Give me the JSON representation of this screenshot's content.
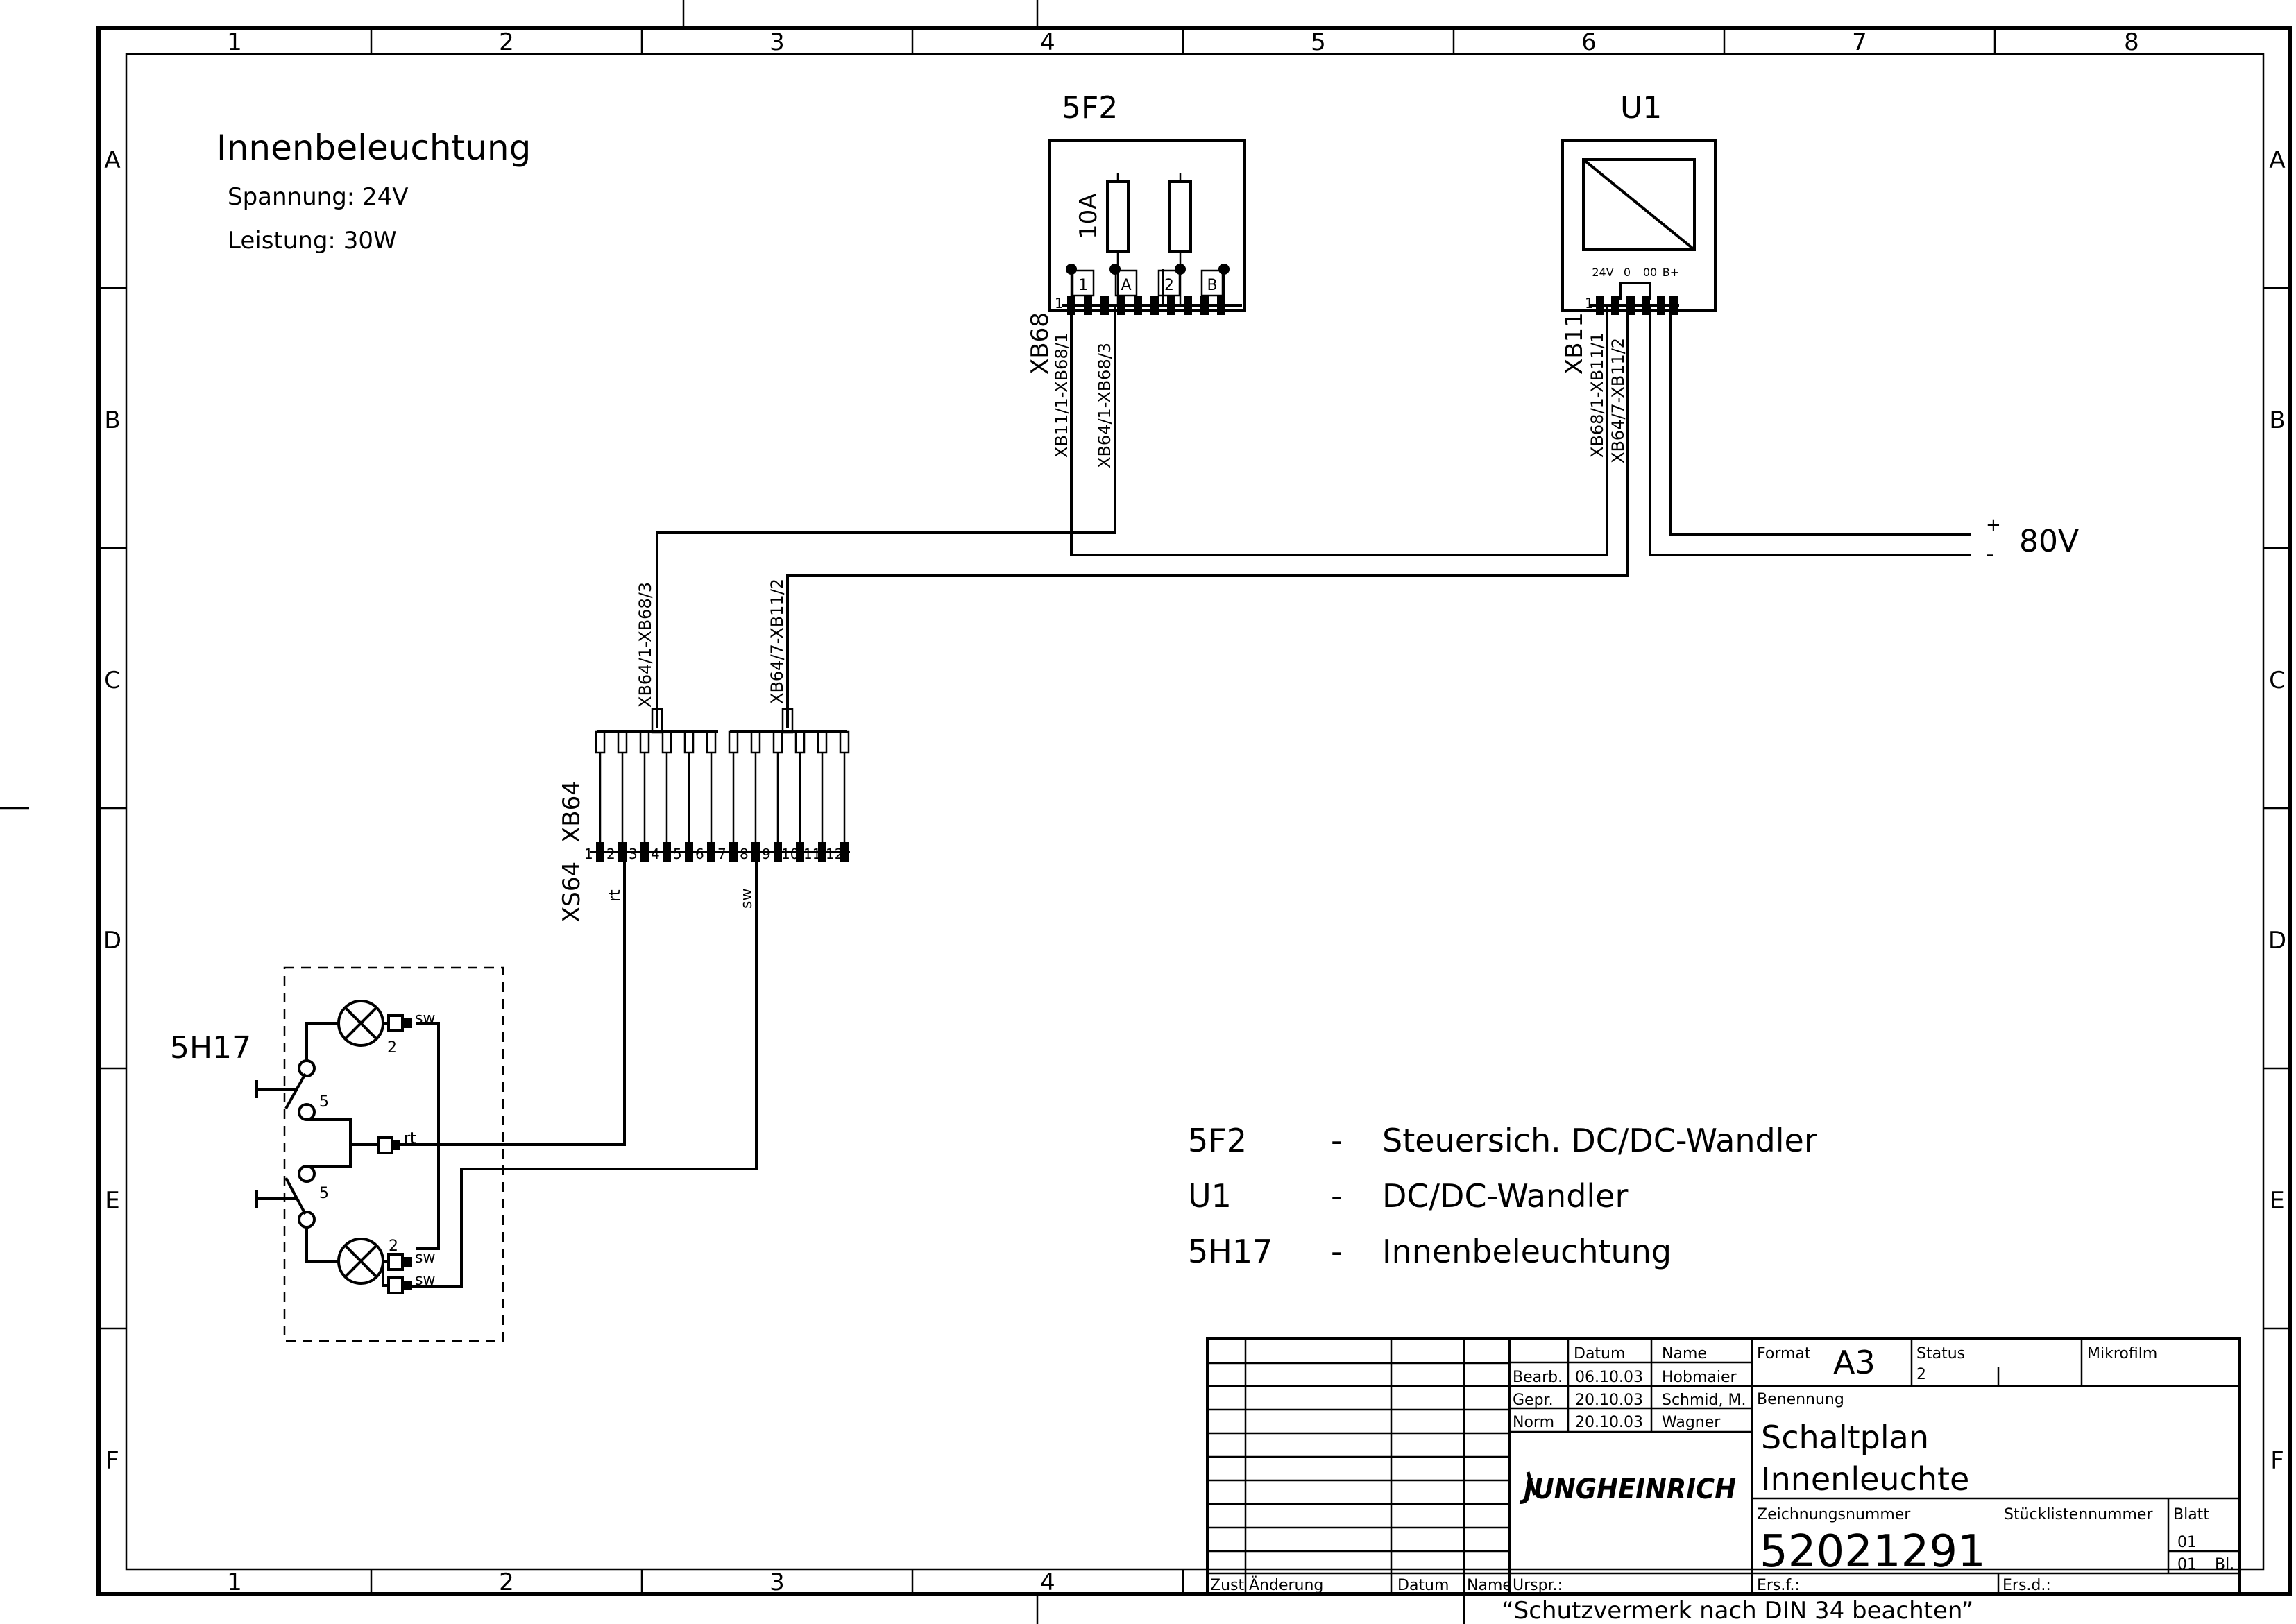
{
  "border": {
    "columns": [
      "1",
      "2",
      "3",
      "4",
      "5",
      "6",
      "7",
      "8"
    ],
    "bottom_columns": [
      "1",
      "2",
      "3",
      "4"
    ],
    "rows": [
      "A",
      "B",
      "C",
      "D",
      "E",
      "F"
    ]
  },
  "heading": {
    "title": "Innenbeleuchtung",
    "voltage": "Spannung: 24V",
    "power": "Leistung: 30W"
  },
  "fuse_block": {
    "id": "5F2",
    "rating": "10A",
    "terminal_labels": [
      "1",
      "A",
      "2",
      "B"
    ],
    "connector": "XB68",
    "connector_pin": "1",
    "wire_labels": [
      "XB11/1-XB68/1",
      "XB64/1-XB68/3"
    ]
  },
  "converter": {
    "id": "U1",
    "pin_labels": [
      "24V",
      "0",
      "00",
      "B+"
    ],
    "connector": "XB11",
    "connector_pin": "1",
    "wire_labels": [
      "XB68/1-XB11/1",
      "XB64/7-XB11/2"
    ]
  },
  "supply": {
    "plus": "+",
    "minus": "-",
    "voltage": "80V"
  },
  "connector_xb64": {
    "plug": "XS64",
    "socket": "XB64",
    "pins": [
      "1",
      "2",
      "3",
      "4",
      "5",
      "6",
      "7",
      "8",
      "9",
      "10",
      "11",
      "12"
    ],
    "wire_labels": [
      "XB64/1-XB68/3",
      "XB64/7-XB11/2"
    ],
    "wire_colors": [
      "rt",
      "sw"
    ]
  },
  "lamp_group": {
    "id": "5H17",
    "lamp_pins": [
      "2",
      "2"
    ],
    "switch_pins": [
      "5",
      "5"
    ],
    "wire_colors": [
      "sw",
      "rt",
      "sw",
      "sw"
    ]
  },
  "legend": [
    {
      "code": "5F2",
      "dash": "-",
      "text": "Steuersich. DC/DC-Wandler"
    },
    {
      "code": "U1",
      "dash": "-",
      "text": "DC/DC-Wandler"
    },
    {
      "code": "5H17",
      "dash": "-",
      "text": "Innenbeleuchtung"
    }
  ],
  "title_block": {
    "col_datum": "Datum",
    "col_name": "Name",
    "rows": [
      {
        "role": "Bearb.",
        "date": "06.10.03",
        "name": "Hobmaier"
      },
      {
        "role": "Gepr.",
        "date": "20.10.03",
        "name": "Schmid, M."
      },
      {
        "role": "Norm",
        "date": "20.10.03",
        "name": "Wagner"
      }
    ],
    "format_label": "Format",
    "format_value": "A3",
    "status_label": "Status",
    "status_value": "2",
    "microfilm_label": "Mikrofilm",
    "benennung_label": "Benennung",
    "title_line1": "Schaltplan",
    "title_line2": "Innenleuchte",
    "logo_text": "JUNGHEINRICH",
    "drawing_no_label": "Zeichnungsnummer",
    "drawing_no": "52021291",
    "parts_list_label": "Stücklistennummer",
    "sheet_label": "Blatt",
    "sheet_value": "01",
    "sheets_total": "01",
    "sheets_suffix": "Bl.",
    "rev_labels": [
      "Zust",
      "Änderung",
      "Datum",
      "Name"
    ],
    "origin_label": "Urspr.:",
    "replacement_for_label": "Ers.f.:",
    "replaced_by_label": "Ers.d.:"
  },
  "footer_note": "“Schutzvermerk nach DIN 34 beachten”"
}
